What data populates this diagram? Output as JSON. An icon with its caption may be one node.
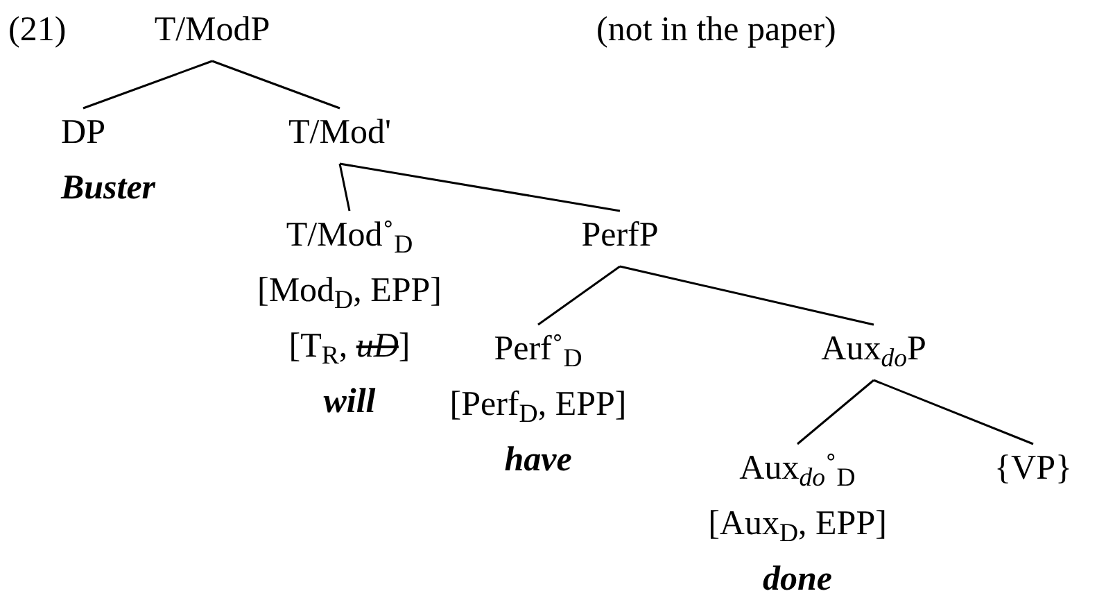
{
  "diagram": {
    "nodes": [
      {
        "text": [
          "T/ModP"
        ]
      },
      {
        "text": [
          "DP",
          "Buster"
        ]
      },
      {
        "text": [
          "T/Mod'"
        ]
      },
      {
        "text": [
          "T/Mod˚$_{D}$",
          "[Mod$_{D}$, EPP]",
          "[T$_{R}$, *uD*]",
          "will"
        ]
      },
      {
        "text": [
          "PerfP"
        ]
      },
      {
        "text": [
          "Perf˚$_{D}$",
          "[Perf$_{D}$, EPP]",
          "have"
        ]
      },
      {
        "text": [
          "Aux$_{do}$P"
        ]
      },
      {
        "text": [
          "Aux$_{do}$˚$_{D}$",
          "[Aux$_{D}$, EPP]",
          "done"
        ]
      },
      {
        "text": [
          "{VP}"
        ]
      }
    ],
    "edges": [
      {
        "from": 0,
        "to": 1,
        "arrow": "none"
      },
      {
        "from": 0,
        "to": 2,
        "arrow": "none"
      },
      {
        "from": 2,
        "to": 3,
        "arrow": "none"
      },
      {
        "from": 2,
        "to": 4,
        "arrow": "none"
      },
      {
        "from": 4,
        "to": 5,
        "arrow": "none"
      },
      {
        "from": 4,
        "to": 6,
        "arrow": "none"
      },
      {
        "from": 6,
        "to": 7,
        "arrow": "none"
      },
      {
        "from": 6,
        "to": 8,
        "arrow": "none"
      }
    ],
    "labels": [
      "(21)",
      "(not in the paper)"
    ]
  }
}
